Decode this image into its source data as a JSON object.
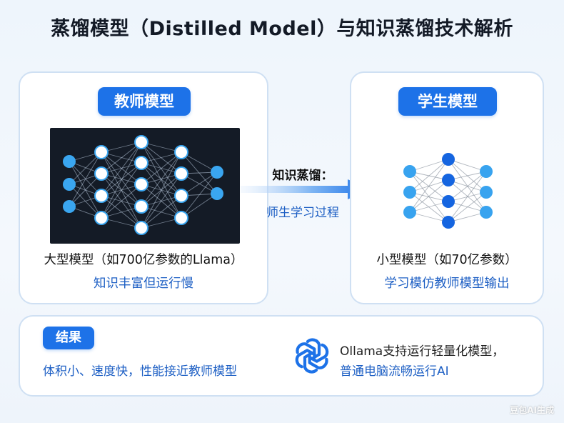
{
  "title": "蒸馏模型（Distilled Model）与知识蒸馏技术解析",
  "teacher": {
    "label": "教师模型",
    "caption": "大型模型（如700亿参数的Llama）",
    "note": "知识丰富但运行慢"
  },
  "student": {
    "label": "学生模型",
    "caption": "小型模型（如70亿参数）",
    "note": "学习模仿教师模型输出"
  },
  "process": {
    "label": "知识蒸馏：",
    "sub": "师生学习过程"
  },
  "result": {
    "label": "结果",
    "description": "体积小、速度快，性能接近教师模型",
    "icon": "openai-logo-icon",
    "line1": "Ollama支持运行轻量化模型，",
    "line2": "普通电脑流畅运行AI"
  },
  "watermark": "豆包AI生成",
  "colors": {
    "accent": "#1d72e8",
    "node_teacher": "#3aa6f0",
    "node_student_outer": "#38a3ef",
    "node_student_inner": "#1565e0",
    "text_blue": "#1d5fc4"
  }
}
